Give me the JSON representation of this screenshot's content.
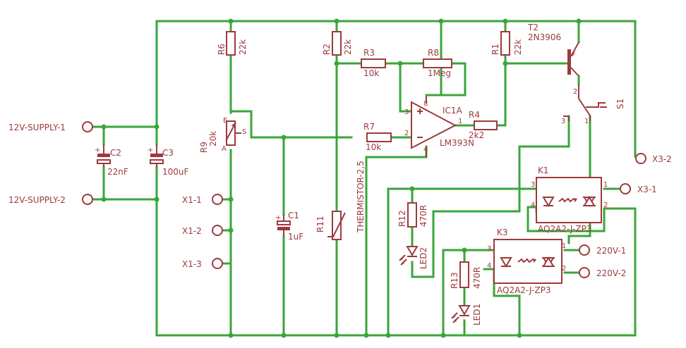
{
  "terminals": {
    "supply1": "12V-SUPPLY-1",
    "supply2": "12V-SUPPLY-2",
    "x1_1": "X1-1",
    "x1_2": "X1-2",
    "x1_3": "X1-3",
    "x3_1": "X3-1",
    "x3_2": "X3-2",
    "ac1": "220V-1",
    "ac2": "220V-2"
  },
  "components": {
    "c2": {
      "name": "C2",
      "value": "22nF"
    },
    "c3": {
      "name": "C3",
      "value": "100uF"
    },
    "c1": {
      "name": "C1",
      "value": "1uF"
    },
    "r6": {
      "name": "R6",
      "value": "22k"
    },
    "r9": {
      "name": "R9",
      "value": "20k"
    },
    "r2": {
      "name": "R2",
      "value": "22k"
    },
    "r11": {
      "name": "R11",
      "value": "THERMISTOR-2,5"
    },
    "r3": {
      "name": "R3",
      "value": "10k"
    },
    "r8": {
      "name": "R8",
      "value": "1Meg"
    },
    "r7": {
      "name": "R7",
      "value": "10k"
    },
    "r4": {
      "name": "R4",
      "value": "2k2"
    },
    "r1": {
      "name": "R1",
      "value": "22k"
    },
    "ic1": {
      "name": "IC1A",
      "value": "LM393N"
    },
    "t2": {
      "name": "T2",
      "value": "2N3906"
    },
    "s1": {
      "name": "S1"
    },
    "k1": {
      "name": "K1",
      "value": "AQ2A2-J-ZP3"
    },
    "k3": {
      "name": "K3",
      "value": "AQ2A2-J-ZP3"
    },
    "r12": {
      "name": "R12",
      "value": "470R"
    },
    "r13": {
      "name": "R13",
      "value": "470R"
    },
    "led2": {
      "name": "LED2"
    },
    "led1": {
      "name": "LED1"
    }
  },
  "pins": {
    "pot_e": "E",
    "pot_a": "A",
    "pot_s": "S",
    "op_8": "8",
    "op_3": "3",
    "op_2": "2",
    "op_1": "1",
    "op_4": "4",
    "sw_2": "2",
    "sw_3": "3",
    "sw_1": "1",
    "k1_3": "3",
    "k1_4": "4",
    "k1_1": "1",
    "k1_2": "2",
    "k3_3": "3",
    "k3_4": "4",
    "k3_1": "1",
    "k3_2": "2",
    "plus": "+"
  }
}
